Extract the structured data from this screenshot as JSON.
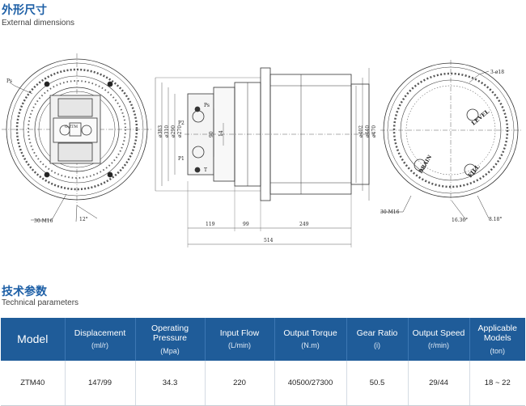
{
  "section1": {
    "title": "外形尺寸",
    "subtitle": "External dimensions"
  },
  "section2": {
    "title": "技术参数",
    "subtitle": "Technical parameters"
  },
  "drawing": {
    "left_labels": {
      "ps": "Ps",
      "bolt": "30-M16",
      "angle": "12°",
      "plate": "G-ZTM"
    },
    "side_labels": {
      "d383": "ø383",
      "d310": "ø310",
      "d290": "ø290",
      "d270": "ø270",
      "d402": "ø402",
      "d440": "ø440",
      "d470": "ø470",
      "pilot": "90",
      "offset": "14",
      "p2": "P2",
      "p1": "P1",
      "ps": "Ps",
      "port": "T",
      "w119": "119",
      "w99": "99",
      "w249": "249",
      "w514": "514"
    },
    "right_labels": {
      "holes": "3-ø18",
      "bolt": "30-M16",
      "a1": "16.36°",
      "a2": "8.18°",
      "level": "LEVEL",
      "fill": "FILL",
      "drain": "DRAIN"
    }
  },
  "table": {
    "headers": [
      {
        "label": "Model",
        "unit": ""
      },
      {
        "label": "Displacement",
        "unit": "(ml/r)"
      },
      {
        "label": "Operating Pressure",
        "unit": "(Mpa)"
      },
      {
        "label": "Input Flow",
        "unit": "(L/min)"
      },
      {
        "label": "Output Torque",
        "unit": "(N.m)"
      },
      {
        "label": "Gear Ratio",
        "unit": "(i)"
      },
      {
        "label": "Output Speed",
        "unit": "(r/min)"
      },
      {
        "label": "Applicable Models",
        "unit": "(ton)"
      }
    ],
    "row": [
      "ZTM40",
      "147/99",
      "34.3",
      "220",
      "40500/27300",
      "50.5",
      "29/44",
      "18 ~ 22"
    ]
  }
}
